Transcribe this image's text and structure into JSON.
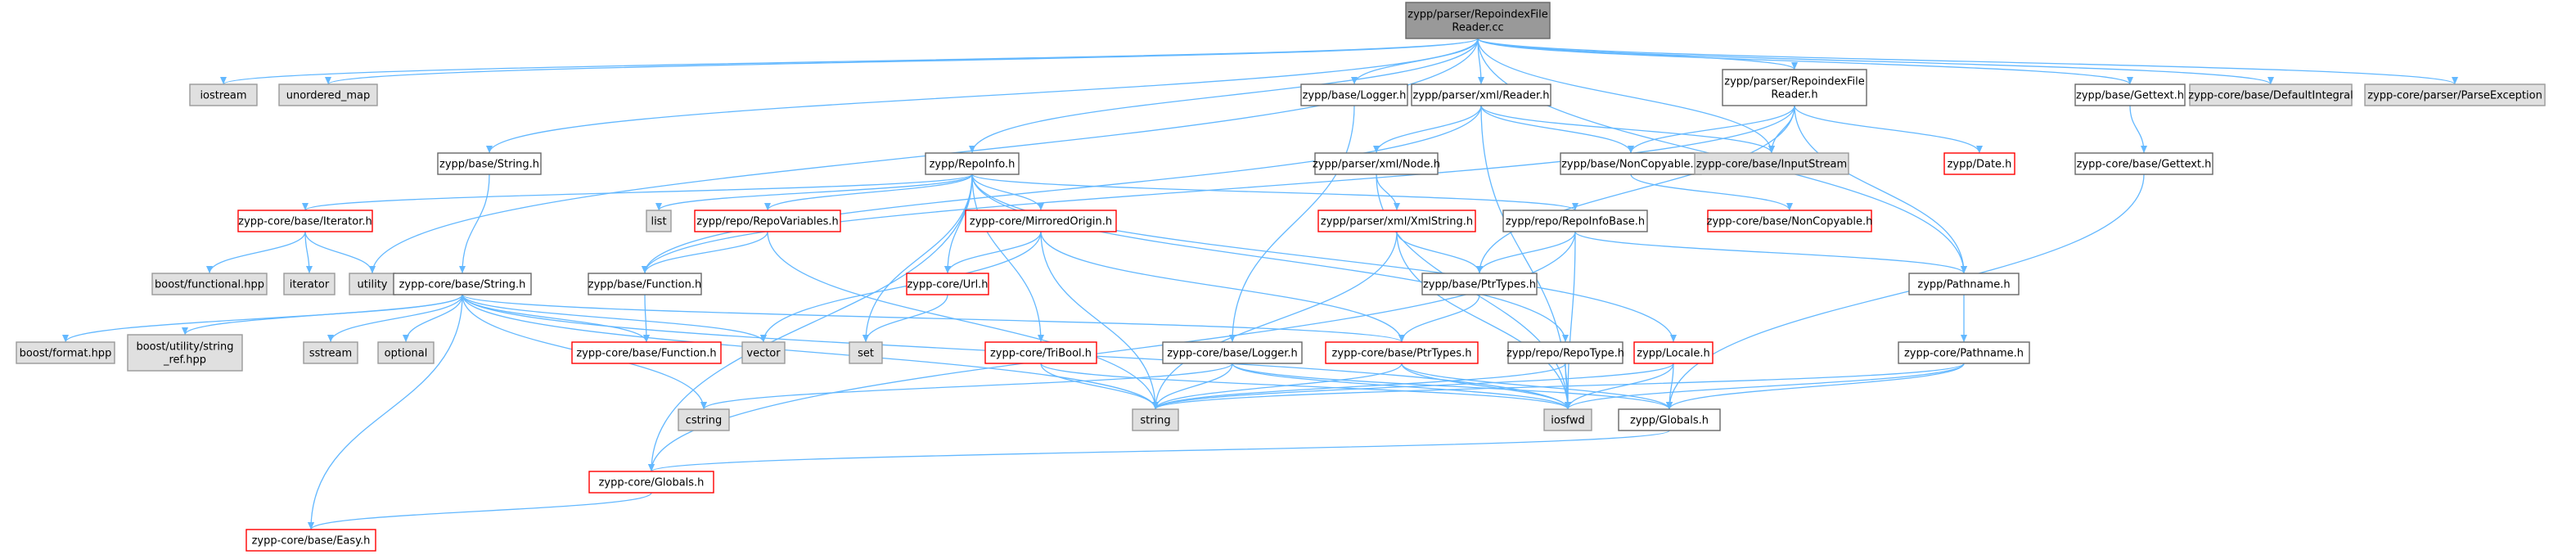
{
  "diagram": {
    "colors": {
      "edge": "#63b8ff",
      "root_fill": "#999999",
      "root_border": "#666666",
      "documented_fill": "#ffffff",
      "documented_border": "#666666",
      "red_border": "#ff0000",
      "external_fill": "#e0e0e0",
      "external_border": "#999999"
    },
    "nodes": [
      {
        "id": "root",
        "lines": [
          "zypp/parser/RepoindexFile",
          "Reader.cc"
        ],
        "style": "root"
      },
      {
        "id": "iostream",
        "lines": [
          "iostream"
        ],
        "style": "external"
      },
      {
        "id": "unordered_map",
        "lines": [
          "unordered_map"
        ],
        "style": "external"
      },
      {
        "id": "logger",
        "lines": [
          "zypp/base/Logger.h"
        ],
        "style": "doc"
      },
      {
        "id": "xmlreader",
        "lines": [
          "zypp/parser/xml/Reader.h"
        ],
        "style": "doc"
      },
      {
        "id": "rifr_h",
        "lines": [
          "zypp/parser/RepoindexFile",
          "Reader.h"
        ],
        "style": "doc"
      },
      {
        "id": "gettext",
        "lines": [
          "zypp/base/Gettext.h"
        ],
        "style": "doc"
      },
      {
        "id": "defint",
        "lines": [
          "zypp-core/base/DefaultIntegral"
        ],
        "style": "external"
      },
      {
        "id": "parseexc",
        "lines": [
          "zypp-core/parser/ParseException"
        ],
        "style": "external"
      },
      {
        "id": "string_h",
        "lines": [
          "zypp/base/String.h"
        ],
        "style": "doc"
      },
      {
        "id": "repoinfo",
        "lines": [
          "zypp/RepoInfo.h"
        ],
        "style": "doc"
      },
      {
        "id": "xmlnode",
        "lines": [
          "zypp/parser/xml/Node.h"
        ],
        "style": "doc"
      },
      {
        "id": "noncopy",
        "lines": [
          "zypp/base/NonCopyable.h"
        ],
        "style": "doc"
      },
      {
        "id": "inputstream",
        "lines": [
          "zypp-core/base/InputStream"
        ],
        "style": "external"
      },
      {
        "id": "date",
        "lines": [
          "zypp/Date.h"
        ],
        "style": "red"
      },
      {
        "id": "core_gettext",
        "lines": [
          "zypp-core/base/Gettext.h"
        ],
        "style": "doc"
      },
      {
        "id": "iterator_h",
        "lines": [
          "zypp-core/base/Iterator.h"
        ],
        "style": "red"
      },
      {
        "id": "list",
        "lines": [
          "list"
        ],
        "style": "external"
      },
      {
        "id": "repovars",
        "lines": [
          "zypp/repo/RepoVariables.h"
        ],
        "style": "red"
      },
      {
        "id": "mirrored",
        "lines": [
          "zypp-core/MirroredOrigin.h"
        ],
        "style": "red"
      },
      {
        "id": "xmlstring",
        "lines": [
          "zypp/parser/xml/XmlString.h"
        ],
        "style": "red"
      },
      {
        "id": "repoinfobase",
        "lines": [
          "zypp/repo/RepoInfoBase.h"
        ],
        "style": "doc"
      },
      {
        "id": "core_noncopy",
        "lines": [
          "zypp-core/base/NonCopyable.h"
        ],
        "style": "red"
      },
      {
        "id": "boostfunc",
        "lines": [
          "boost/functional.hpp"
        ],
        "style": "external"
      },
      {
        "id": "iterator",
        "lines": [
          "iterator"
        ],
        "style": "external"
      },
      {
        "id": "utility",
        "lines": [
          "utility"
        ],
        "style": "external"
      },
      {
        "id": "core_string",
        "lines": [
          "zypp-core/base/String.h"
        ],
        "style": "doc"
      },
      {
        "id": "function_h",
        "lines": [
          "zypp/base/Function.h"
        ],
        "style": "doc"
      },
      {
        "id": "url_h",
        "lines": [
          "zypp-core/Url.h"
        ],
        "style": "red"
      },
      {
        "id": "ptrtypes",
        "lines": [
          "zypp/base/PtrTypes.h"
        ],
        "style": "doc"
      },
      {
        "id": "pathname",
        "lines": [
          "zypp/Pathname.h"
        ],
        "style": "doc"
      },
      {
        "id": "boostformat",
        "lines": [
          "boost/format.hpp"
        ],
        "style": "external"
      },
      {
        "id": "boostutil",
        "lines": [
          "boost/utility/string",
          "_ref.hpp"
        ],
        "style": "external"
      },
      {
        "id": "sstream",
        "lines": [
          "sstream"
        ],
        "style": "external"
      },
      {
        "id": "optional",
        "lines": [
          "optional"
        ],
        "style": "external"
      },
      {
        "id": "core_function",
        "lines": [
          "zypp-core/base/Function.h"
        ],
        "style": "red"
      },
      {
        "id": "vector",
        "lines": [
          "vector"
        ],
        "style": "external"
      },
      {
        "id": "set",
        "lines": [
          "set"
        ],
        "style": "external"
      },
      {
        "id": "tribool",
        "lines": [
          "zypp-core/TriBool.h"
        ],
        "style": "red"
      },
      {
        "id": "core_logger",
        "lines": [
          "zypp-core/base/Logger.h"
        ],
        "style": "doc"
      },
      {
        "id": "core_ptrtypes",
        "lines": [
          "zypp-core/base/PtrTypes.h"
        ],
        "style": "red"
      },
      {
        "id": "repotype",
        "lines": [
          "zypp/repo/RepoType.h"
        ],
        "style": "doc"
      },
      {
        "id": "locale",
        "lines": [
          "zypp/Locale.h"
        ],
        "style": "red"
      },
      {
        "id": "core_pathname",
        "lines": [
          "zypp-core/Pathname.h"
        ],
        "style": "doc"
      },
      {
        "id": "cstring",
        "lines": [
          "cstring"
        ],
        "style": "external"
      },
      {
        "id": "string",
        "lines": [
          "string"
        ],
        "style": "external"
      },
      {
        "id": "iosfwd",
        "lines": [
          "iosfwd"
        ],
        "style": "external"
      },
      {
        "id": "globals",
        "lines": [
          "zypp/Globals.h"
        ],
        "style": "doc"
      },
      {
        "id": "core_globals",
        "lines": [
          "zypp-core/Globals.h"
        ],
        "style": "red"
      },
      {
        "id": "easy",
        "lines": [
          "zypp-core/base/Easy.h"
        ],
        "style": "red"
      }
    ],
    "edges": [
      [
        "root",
        "iostream"
      ],
      [
        "root",
        "unordered_map"
      ],
      [
        "root",
        "logger"
      ],
      [
        "root",
        "xmlreader"
      ],
      [
        "root",
        "rifr_h"
      ],
      [
        "root",
        "gettext"
      ],
      [
        "root",
        "defint"
      ],
      [
        "root",
        "parseexc"
      ],
      [
        "root",
        "string_h"
      ],
      [
        "root",
        "repoinfo"
      ],
      [
        "root",
        "inputstream"
      ],
      [
        "root",
        "utility"
      ],
      [
        "root",
        "pathname"
      ],
      [
        "logger",
        "core_logger"
      ],
      [
        "xmlreader",
        "xmlnode"
      ],
      [
        "xmlreader",
        "noncopy"
      ],
      [
        "xmlreader",
        "inputstream"
      ],
      [
        "xmlreader",
        "function_h"
      ],
      [
        "xmlreader",
        "iosfwd"
      ],
      [
        "rifr_h",
        "noncopy"
      ],
      [
        "rifr_h",
        "inputstream"
      ],
      [
        "rifr_h",
        "date"
      ],
      [
        "rifr_h",
        "pathname"
      ],
      [
        "rifr_h",
        "ptrtypes"
      ],
      [
        "rifr_h",
        "function_h"
      ],
      [
        "gettext",
        "core_gettext"
      ],
      [
        "core_gettext",
        "globals"
      ],
      [
        "string_h",
        "core_string"
      ],
      [
        "repoinfo",
        "iterator_h"
      ],
      [
        "repoinfo",
        "list"
      ],
      [
        "repoinfo",
        "repovars"
      ],
      [
        "repoinfo",
        "mirrored"
      ],
      [
        "repoinfo",
        "repoinfobase"
      ],
      [
        "repoinfo",
        "url_h"
      ],
      [
        "repoinfo",
        "set"
      ],
      [
        "repoinfo",
        "tribool"
      ],
      [
        "repoinfo",
        "repotype"
      ],
      [
        "repoinfo",
        "locale"
      ],
      [
        "repoinfo",
        "core_globals"
      ],
      [
        "xmlnode",
        "xmlstring"
      ],
      [
        "xmlnode",
        "iosfwd"
      ],
      [
        "noncopy",
        "core_noncopy"
      ],
      [
        "iterator_h",
        "boostfunc"
      ],
      [
        "iterator_h",
        "iterator"
      ],
      [
        "iterator_h",
        "utility"
      ],
      [
        "repovars",
        "function_h"
      ],
      [
        "repovars",
        "string"
      ],
      [
        "mirrored",
        "url_h"
      ],
      [
        "mirrored",
        "vector"
      ],
      [
        "mirrored",
        "string"
      ],
      [
        "mirrored",
        "core_ptrtypes"
      ],
      [
        "xmlstring",
        "ptrtypes"
      ],
      [
        "xmlstring",
        "string"
      ],
      [
        "xmlstring",
        "iosfwd"
      ],
      [
        "repoinfobase",
        "ptrtypes"
      ],
      [
        "repoinfobase",
        "pathname"
      ],
      [
        "repoinfobase",
        "iosfwd"
      ],
      [
        "repoinfobase",
        "core_globals"
      ],
      [
        "core_string",
        "boostformat"
      ],
      [
        "core_string",
        "boostutil"
      ],
      [
        "core_string",
        "sstream"
      ],
      [
        "core_string",
        "optional"
      ],
      [
        "core_string",
        "core_function"
      ],
      [
        "core_string",
        "vector"
      ],
      [
        "core_string",
        "core_ptrtypes"
      ],
      [
        "core_string",
        "cstring"
      ],
      [
        "core_string",
        "string"
      ],
      [
        "core_string",
        "iosfwd"
      ],
      [
        "core_string",
        "easy"
      ],
      [
        "function_h",
        "core_function"
      ],
      [
        "url_h",
        "set"
      ],
      [
        "ptrtypes",
        "core_ptrtypes"
      ],
      [
        "pathname",
        "core_pathname"
      ],
      [
        "tribool",
        "string"
      ],
      [
        "tribool",
        "iosfwd"
      ],
      [
        "core_logger",
        "cstring"
      ],
      [
        "core_logger",
        "string"
      ],
      [
        "core_logger",
        "iosfwd"
      ],
      [
        "core_logger",
        "globals"
      ],
      [
        "core_ptrtypes",
        "string"
      ],
      [
        "core_ptrtypes",
        "iosfwd"
      ],
      [
        "core_ptrtypes",
        "globals"
      ],
      [
        "repotype",
        "string"
      ],
      [
        "repotype",
        "iosfwd"
      ],
      [
        "locale",
        "string"
      ],
      [
        "locale",
        "iosfwd"
      ],
      [
        "locale",
        "globals"
      ],
      [
        "core_pathname",
        "string"
      ],
      [
        "core_pathname",
        "iosfwd"
      ],
      [
        "core_pathname",
        "globals"
      ],
      [
        "globals",
        "core_globals"
      ],
      [
        "core_globals",
        "easy"
      ]
    ]
  }
}
